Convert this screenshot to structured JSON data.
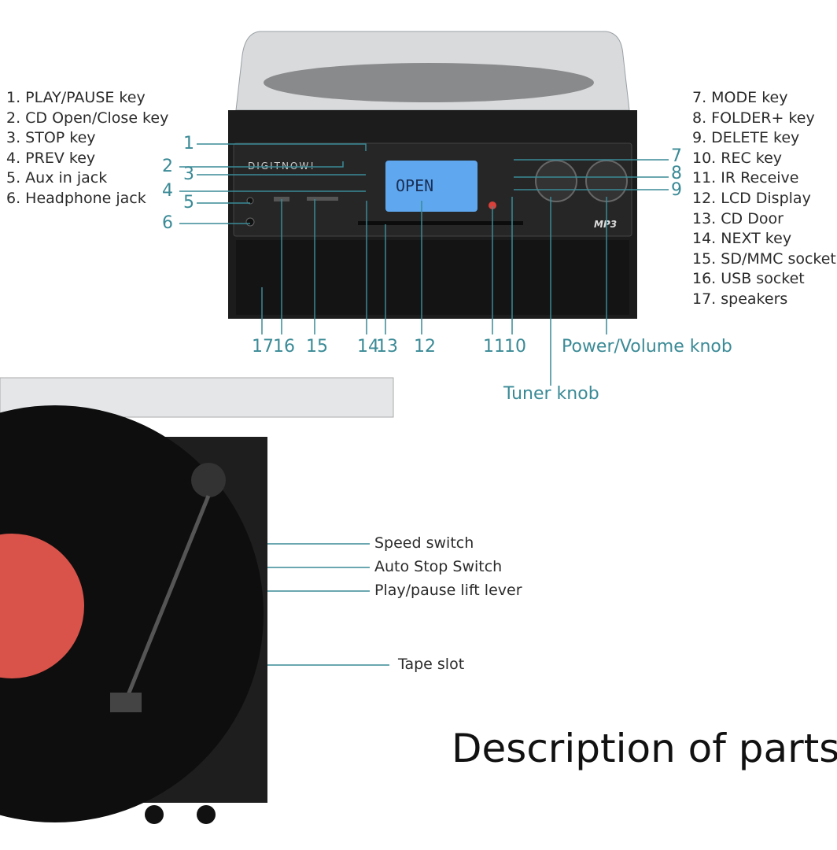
{
  "title": "Description of parts",
  "colors": {
    "leader": "#3a8a96",
    "device": "#1c1c1c",
    "lcd": "#5fa8f0",
    "record_label": "#d9534a"
  },
  "left_list": [
    "1. PLAY/PAUSE key",
    "2. CD Open/Close key",
    "3. STOP key",
    "4. PREV key",
    "5. Aux in jack",
    "6. Headphone jack"
  ],
  "right_list": [
    "7. MODE key",
    "8. FOLDER+ key",
    "9. DELETE key",
    "10. REC key",
    "11. IR Receive",
    "12. LCD Display",
    "13. CD Door",
    "14. NEXT key",
    "15. SD/MMC socket",
    "16. USB socket",
    "17. speakers"
  ],
  "numbers": {
    "n1": "1",
    "n2": "2",
    "n3": "3",
    "n4": "4",
    "n5": "5",
    "n6": "6",
    "n7": "7",
    "n8": "8",
    "n9": "9",
    "n17": "17",
    "n16": "16",
    "n15": "15",
    "n14": "14",
    "n13": "13",
    "n12": "12",
    "n11": "11",
    "n10": "10"
  },
  "knobs": {
    "power": "Power/Volume knob",
    "tuner": "Tuner knob"
  },
  "device": {
    "brand": "DIGITNOW!",
    "lcd_text": "OPEN",
    "mp3": "MP3"
  },
  "side_callouts": {
    "speed": "Speed switch",
    "auto_stop": "Auto Stop Switch",
    "lift": "Play/pause lift lever",
    "tape": "Tape slot"
  }
}
